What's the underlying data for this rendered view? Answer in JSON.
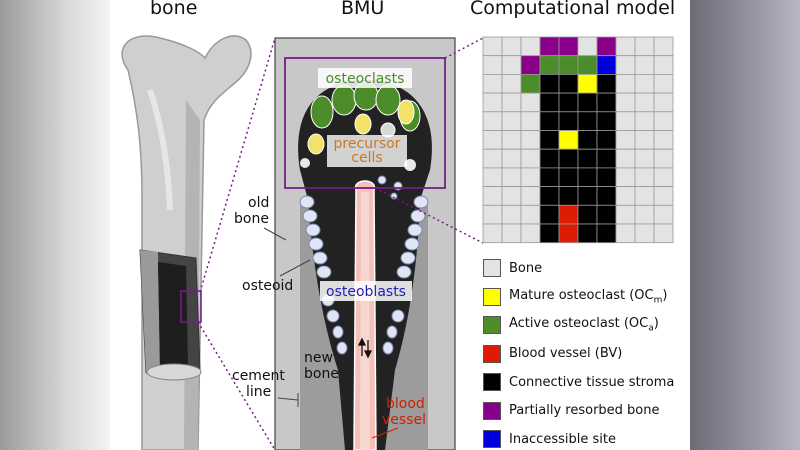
{
  "titles": {
    "bone": "bone",
    "bmu": "BMU",
    "model": "Computational model"
  },
  "labels": {
    "osteoclasts": "osteoclasts",
    "precursor_line1": "precursor",
    "precursor_line2": "cells",
    "old_bone_line1": "old",
    "old_bone_line2": "bone",
    "osteoid": "osteoid",
    "osteoblasts": "osteoblasts",
    "new_bone_line1": "new",
    "new_bone_line2": "bone",
    "cement_line1": "cement",
    "cement_line2": "line",
    "blood_line1": "blood",
    "blood_line2": "vessel"
  },
  "colors": {
    "bone": "#e3e3e3",
    "mature": "#ffff00",
    "active": "#4c8c2b",
    "vessel": "#dd1c05",
    "stroma": "#000000",
    "resorbed": "#8b008b",
    "inaccessible": "#0000dd",
    "osteoclast_label": "#4c8c2b",
    "precursor_label": "#cc7722",
    "osteoblast_label": "#2222bb",
    "vessel_label": "#cc2200",
    "dotted": "#7a1a8a"
  },
  "legend": [
    {
      "key": "bone",
      "label": "Bone",
      "sub": "",
      "tail": ""
    },
    {
      "key": "mature",
      "label": "Mature osteoclast (OC",
      "sub": "m",
      "tail": ")"
    },
    {
      "key": "active",
      "label": "Active osteoclast (OC",
      "sub": "a",
      "tail": ")"
    },
    {
      "key": "vessel",
      "label": "Blood vessel (BV)",
      "sub": "",
      "tail": ""
    },
    {
      "key": "stroma",
      "label": "Connective tissue stroma",
      "sub": "",
      "tail": ""
    },
    {
      "key": "resorbed",
      "label": "Partially resorbed bone",
      "sub": "",
      "tail": ""
    },
    {
      "key": "inaccessible",
      "label": "Inaccessible site",
      "sub": "",
      "tail": ""
    }
  ],
  "grid": {
    "legend_codes": {
      "B": "bone",
      "M": "mature",
      "A": "active",
      "V": "vessel",
      "S": "stroma",
      "R": "resorbed",
      "I": "inaccessible"
    },
    "rows": [
      "BBBRRBRBBB",
      "BBRAAAIBBB",
      "BBASSMSBBB",
      "BBBSSSSBBB",
      "BBBSSSSBBB",
      "BBBSMSSBBB",
      "BBBSSSSBBB",
      "BBBSSSSBBB",
      "BBBSSSSBBB",
      "BBBSVSSBBB",
      "BBBSVSSBBB"
    ]
  }
}
